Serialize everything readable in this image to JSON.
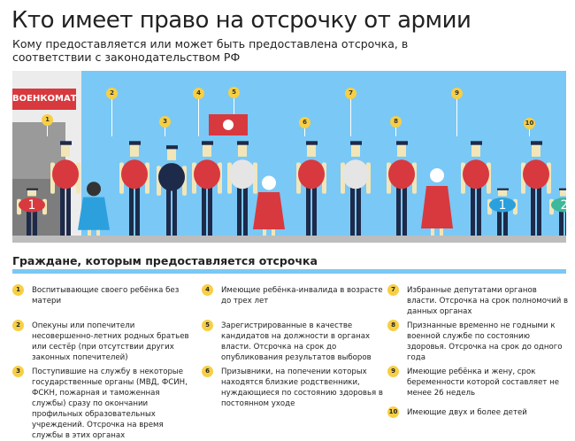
{
  "header": {
    "title": "Кто имеет право на отсрочку от армии",
    "subtitle": "Кому предоставляется или может быть предоставлена отсрочка, в соответствии с законодательством РФ"
  },
  "illustration": {
    "sign": "ВОЕНКОМАТ",
    "markers": [
      "1",
      "2",
      "3",
      "4",
      "5",
      "6",
      "7",
      "8",
      "9",
      "10"
    ],
    "shirt_numbers": [
      "1",
      "1",
      "2"
    ],
    "colors": {
      "sky": "#7ac8f5",
      "red": "#d8393e",
      "marker": "#f7cf45",
      "navy": "#1e2a4a"
    }
  },
  "section": {
    "title": "Граждане, которым предоставляется отсрочка"
  },
  "items": [
    {
      "num": "1",
      "text": "Воспитывающие своего ребёнка без матери"
    },
    {
      "num": "2",
      "text": "Опекуны или попечители несовершенно-летних родных братьев или сестёр (при отсутствии других законных попечителей)"
    },
    {
      "num": "3",
      "text": "Поступившие на службу в некоторые государственные органы (МВД, ФСИН, ФСКН, пожарная и таможенная службы) сразу по окончании профильных образовательных учреждений. Отсрочка на время службы в этих органах"
    },
    {
      "num": "4",
      "text": "Имеющие ребёнка-инвалида в возрасте до трех лет"
    },
    {
      "num": "5",
      "text": "Зарегистрированные в качестве кандидатов на должности в органах власти. Отсрочка на срок до опубликования результатов выборов"
    },
    {
      "num": "6",
      "text": "Призывники, на попечении которых находятся близкие родственники, нуждающиеся по состоянию здоровья в постоянном уходе"
    },
    {
      "num": "7",
      "text": "Избранные депутатами органов власти. Отсрочка на срок полномочий в данных органах"
    },
    {
      "num": "8",
      "text": "Признанные временно не годными к военной службе по состоянию здоровья. Отсрочка на срок до одного года"
    },
    {
      "num": "9",
      "text": "Имеющие ребёнка и жену, срок беременности которой составляет не менее 26 недель"
    },
    {
      "num": "10",
      "text": "Имеющие двух и более детей"
    }
  ]
}
